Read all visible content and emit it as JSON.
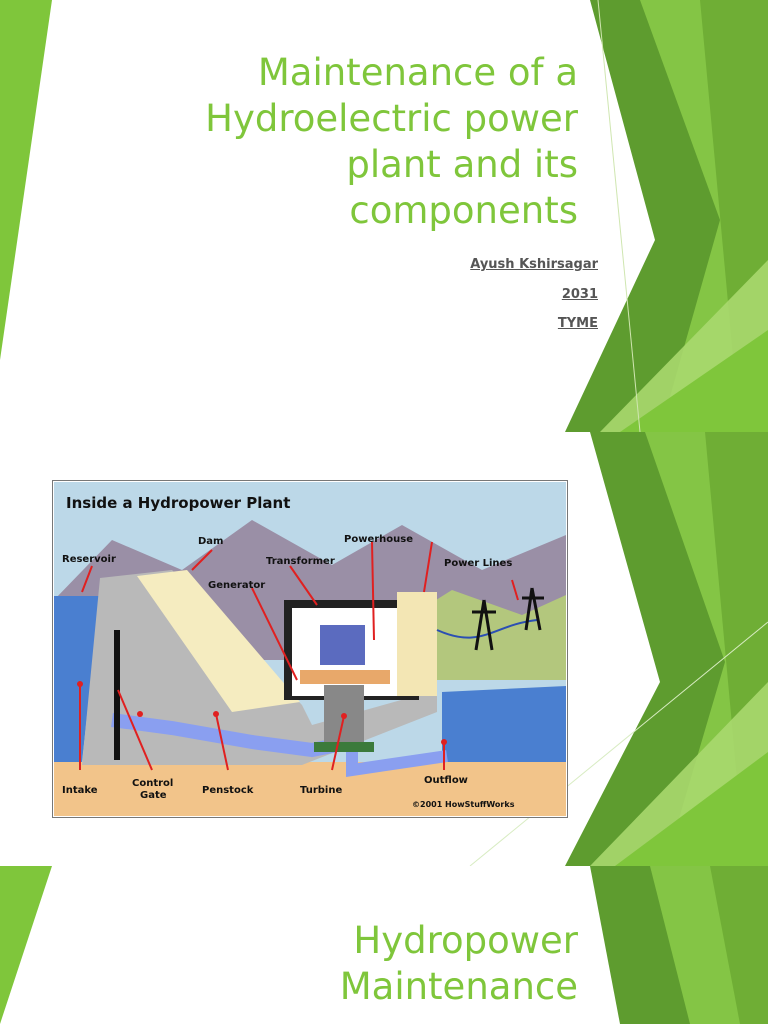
{
  "slide1": {
    "title_lines": [
      "Maintenance of a",
      "Hydroelectric power",
      "plant and its",
      "components"
    ],
    "author": "Ayush Kshirsagar",
    "roll": "2031",
    "class": "TYME"
  },
  "slide2": {
    "diagram": {
      "title": "Inside a Hydropower Plant",
      "labels": {
        "reservoir": "Reservoir",
        "dam": "Dam",
        "powerhouse": "Powerhouse",
        "transformer": "Transformer",
        "generator": "Generator",
        "power_lines": "Power Lines",
        "intake": "Intake",
        "control_gate_1": "Control",
        "control_gate_2": "Gate",
        "penstock": "Penstock",
        "turbine": "Turbine",
        "outflow": "Outflow"
      },
      "credit": "©2001 HowStuffWorks"
    }
  },
  "slide3": {
    "title_lines": [
      "Hydropower",
      "Maintenance"
    ]
  },
  "colors": {
    "accent": "#7fc63b",
    "decor_dark": "#5e9c2f",
    "decor_light": "#a9d86e",
    "diagram_sky": "#b9d7e7",
    "diagram_water": "#4a7fd0",
    "diagram_ground": "#f2c48a"
  }
}
